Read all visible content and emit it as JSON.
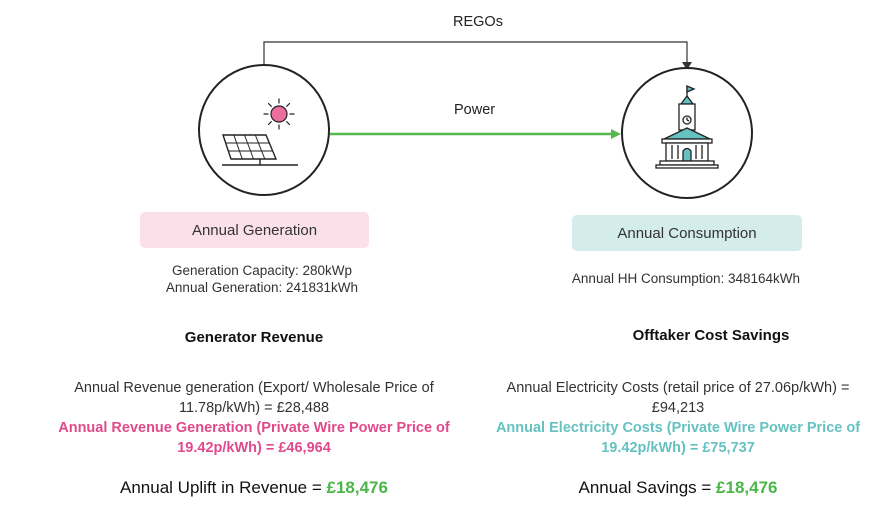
{
  "flows": {
    "regos_label": "REGOs",
    "power_label": "Power"
  },
  "generator": {
    "box_label": "Annual Generation",
    "capacity_line": "Generation Capacity: 280kWp",
    "generation_line": "Annual Generation: 241831kWh",
    "heading": "Generator Revenue",
    "export_line_1": "Annual Revenue generation (Export/ Wholesale Price of",
    "export_line_2": "11.78p/kWh) = £28,488",
    "wire_line_1": "Annual Revenue Generation (Private Wire Power Price of",
    "wire_line_2": "19.42p/kWh) = £46,964",
    "uplift_label": "Annual Uplift in Revenue = ",
    "uplift_value": "£18,476"
  },
  "offtaker": {
    "box_label": "Annual Consumption",
    "consumption_line": "Annual HH Consumption: 348164kWh",
    "heading": "Offtaker Cost Savings",
    "retail_line_1": "Annual Electricity Costs (retail price of 27.06p/kWh) =",
    "retail_line_2": "£94,213",
    "wire_line_1": "Annual Electricity Costs (Private Wire Power Price of",
    "wire_line_2": "19.42p/kWh) = £75,737",
    "savings_label": "Annual Savings = ",
    "savings_value": "£18,476"
  },
  "colors": {
    "pink_box": "#fbe0ea",
    "teal_box": "#d4eceb",
    "pink_text": "#e04a8c",
    "teal_text": "#66c1c1",
    "green_value": "#4cb548",
    "power_arrow": "#56b84c",
    "sun": "#ec6e9c"
  },
  "icons": {
    "generator_icon": "solar-panel-icon",
    "offtaker_icon": "town-hall-icon"
  }
}
